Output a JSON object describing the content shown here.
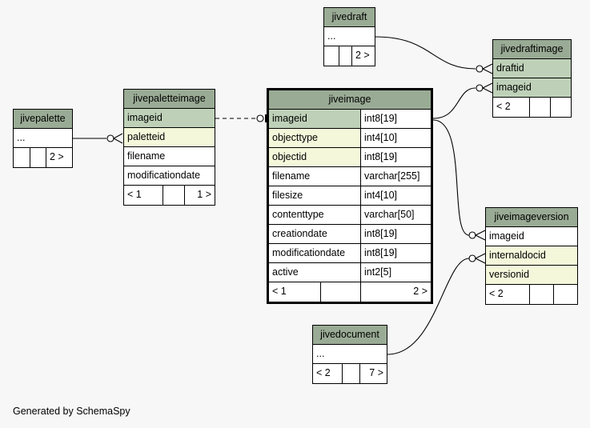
{
  "footer": "Generated by SchemaSpy",
  "tables": {
    "jivepalette": {
      "name": "jivepalette",
      "ellipsis": "...",
      "nav_right": "2 >"
    },
    "jivepaletteimage": {
      "name": "jivepaletteimage",
      "columns": [
        "imageid",
        "paletteid",
        "filename",
        "modificationdate"
      ],
      "nav_left": "< 1",
      "nav_right": "1 >"
    },
    "jiveimage": {
      "name": "jiveimage",
      "columns": [
        {
          "name": "imageid",
          "type": "int8[19]"
        },
        {
          "name": "objecttype",
          "type": "int4[10]"
        },
        {
          "name": "objectid",
          "type": "int8[19]"
        },
        {
          "name": "filename",
          "type": "varchar[255]"
        },
        {
          "name": "filesize",
          "type": "int4[10]"
        },
        {
          "name": "contenttype",
          "type": "varchar[50]"
        },
        {
          "name": "creationdate",
          "type": "int8[19]"
        },
        {
          "name": "modificationdate",
          "type": "int8[19]"
        },
        {
          "name": "active",
          "type": "int2[5]"
        }
      ],
      "nav_left": "< 1",
      "nav_right": "2 >"
    },
    "jivedraft": {
      "name": "jivedraft",
      "ellipsis": "...",
      "nav_right": "2 >"
    },
    "jivedraftimage": {
      "name": "jivedraftimage",
      "columns": [
        "draftid",
        "imageid"
      ],
      "nav_left": "< 2"
    },
    "jiveimageversion": {
      "name": "jiveimageversion",
      "columns": [
        "imageid",
        "internaldocid",
        "versionid"
      ],
      "nav_left": "< 2"
    },
    "jivedocument": {
      "name": "jivedocument",
      "ellipsis": "...",
      "nav_left": "< 2",
      "nav_right": "7 >"
    }
  },
  "colors": {
    "header": "#9aab95",
    "primary_key": "#bed1b8",
    "foreign_key": "#f4f7da",
    "background": "#f7f7f7"
  }
}
